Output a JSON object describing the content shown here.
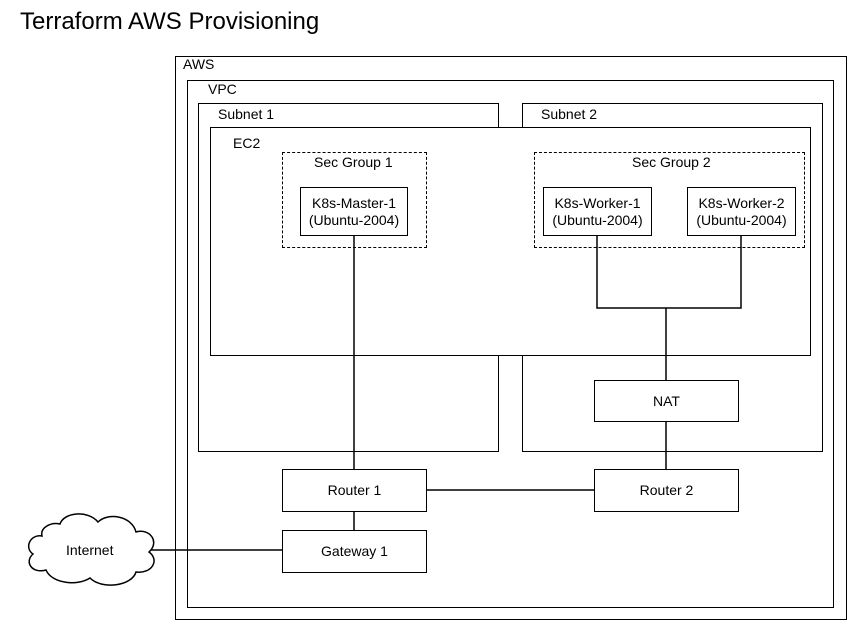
{
  "title": "Terraform AWS Provisioning",
  "containers": {
    "aws": "AWS",
    "vpc": "VPC",
    "subnet1": "Subnet 1",
    "subnet2": "Subnet 2",
    "ec2": "EC2",
    "secgroup1": "Sec Group 1",
    "secgroup2": "Sec Group 2"
  },
  "nodes": {
    "master": {
      "line1": "K8s-Master-1",
      "line2": "(Ubuntu-2004)"
    },
    "worker1": {
      "line1": "K8s-Worker-1",
      "line2": "(Ubuntu-2004)"
    },
    "worker2": {
      "line1": "K8s-Worker-2",
      "line2": "(Ubuntu-2004)"
    },
    "nat": "NAT",
    "router1": "Router 1",
    "router2": "Router 2",
    "gateway1": "Gateway 1",
    "internet": "Internet"
  }
}
